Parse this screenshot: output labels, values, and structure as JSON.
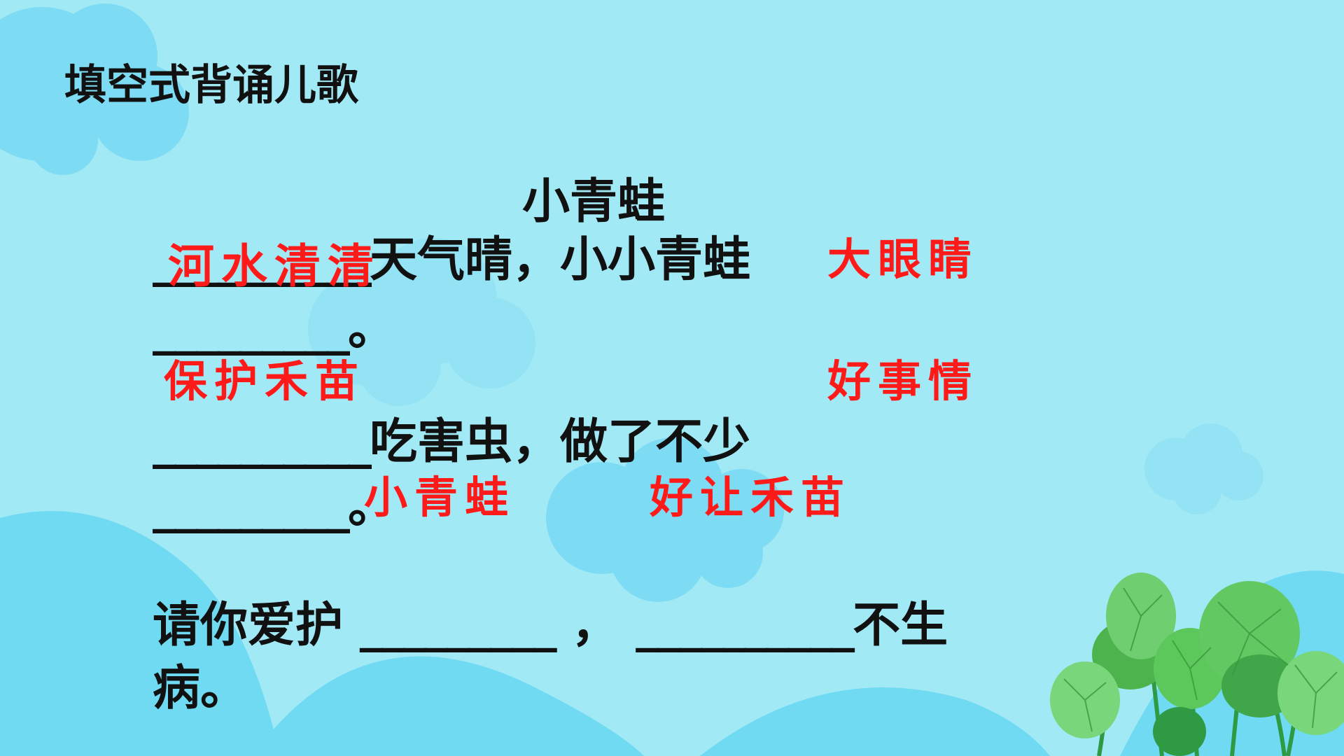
{
  "colors": {
    "background": "#a2e9f6",
    "cloud": "#7ddcf3",
    "hill": "#6fdaf2",
    "text": "#111111",
    "answer": "#ff1a1a",
    "leaf": "#5cc85c",
    "leaf_dark": "#2f9a44"
  },
  "heading": "填空式背诵儿歌",
  "poem": {
    "title": "小青蛙",
    "line1": {
      "blank1": "__________",
      "text1": "天气晴，小小青蛙",
      "answer1": "河水清清",
      "answer2": "大眼睛"
    },
    "line2": {
      "blank": "_________",
      "text": "。",
      "answer3": "保护禾苗",
      "answer4": "好事情"
    },
    "line3": {
      "blank": "__________",
      "text": "吃害虫，做了不少"
    },
    "line4": {
      "blank": "_________",
      "text": "。",
      "answer5": "小青蛙",
      "answer6": "好让禾苗"
    },
    "line5": {
      "text1": "请你爱护",
      "blank1": "_________",
      "comma": "，",
      "blank2": "__________",
      "text2": "不生"
    },
    "line6": {
      "text": "病。"
    }
  }
}
